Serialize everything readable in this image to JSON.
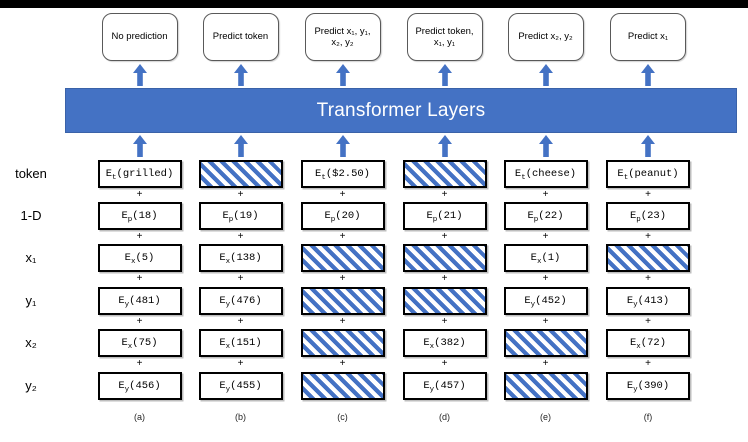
{
  "transformer": {
    "label": "Transformer Layers"
  },
  "plus_sign": "+",
  "row_labels": [
    "token",
    "1-D",
    "x₁",
    "y₁",
    "x₂",
    "y₂"
  ],
  "colors": {
    "accent_blue": "#4472C4",
    "box_border": "#000000",
    "pred_box_border": "#595959",
    "bar_text": "#ffffff"
  },
  "columns": [
    {
      "id": "(a)",
      "prediction": [
        "No prediction"
      ],
      "cells": [
        {
          "masked": false,
          "base": "E",
          "sub": "t",
          "arg": "(grilled)"
        },
        {
          "masked": false,
          "base": "E",
          "sub": "p",
          "arg": "(18)"
        },
        {
          "masked": false,
          "base": "E",
          "sub": "x",
          "arg": "(5)"
        },
        {
          "masked": false,
          "base": "E",
          "sub": "y",
          "arg": "(481)"
        },
        {
          "masked": false,
          "base": "E",
          "sub": "x",
          "arg": "(75)"
        },
        {
          "masked": false,
          "base": "E",
          "sub": "y",
          "arg": "(456)"
        }
      ]
    },
    {
      "id": "(b)",
      "prediction": [
        "Predict token"
      ],
      "cells": [
        {
          "masked": true
        },
        {
          "masked": false,
          "base": "E",
          "sub": "p",
          "arg": "(19)"
        },
        {
          "masked": false,
          "base": "E",
          "sub": "x",
          "arg": "(138)"
        },
        {
          "masked": false,
          "base": "E",
          "sub": "y",
          "arg": "(476)"
        },
        {
          "masked": false,
          "base": "E",
          "sub": "x",
          "arg": "(151)"
        },
        {
          "masked": false,
          "base": "E",
          "sub": "y",
          "arg": "(455)"
        }
      ]
    },
    {
      "id": "(c)",
      "prediction": [
        "Predict x₁, y₁,",
        "x₂, y₂"
      ],
      "cells": [
        {
          "masked": false,
          "base": "E",
          "sub": "t",
          "arg": "($2.50)"
        },
        {
          "masked": false,
          "base": "E",
          "sub": "p",
          "arg": "(20)"
        },
        {
          "masked": true
        },
        {
          "masked": true
        },
        {
          "masked": true
        },
        {
          "masked": true
        }
      ]
    },
    {
      "id": "(d)",
      "prediction": [
        "Predict token,",
        "x₁, y₁"
      ],
      "cells": [
        {
          "masked": true
        },
        {
          "masked": false,
          "base": "E",
          "sub": "p",
          "arg": "(21)"
        },
        {
          "masked": true
        },
        {
          "masked": true
        },
        {
          "masked": false,
          "base": "E",
          "sub": "x",
          "arg": "(382)"
        },
        {
          "masked": false,
          "base": "E",
          "sub": "y",
          "arg": "(457)"
        }
      ]
    },
    {
      "id": "(e)",
      "prediction": [
        "Predict x₂, y₂"
      ],
      "cells": [
        {
          "masked": false,
          "base": "E",
          "sub": "t",
          "arg": "(cheese)"
        },
        {
          "masked": false,
          "base": "E",
          "sub": "p",
          "arg": "(22)"
        },
        {
          "masked": false,
          "base": "E",
          "sub": "x",
          "arg": "(1)"
        },
        {
          "masked": false,
          "base": "E",
          "sub": "y",
          "arg": "(452)"
        },
        {
          "masked": true
        },
        {
          "masked": true
        }
      ]
    },
    {
      "id": "(f)",
      "prediction": [
        "Predict x₁"
      ],
      "cells": [
        {
          "masked": false,
          "base": "E",
          "sub": "t",
          "arg": "(peanut)"
        },
        {
          "masked": false,
          "base": "E",
          "sub": "p",
          "arg": "(23)"
        },
        {
          "masked": true
        },
        {
          "masked": false,
          "base": "E",
          "sub": "y",
          "arg": "(413)"
        },
        {
          "masked": false,
          "base": "E",
          "sub": "x",
          "arg": "(72)"
        },
        {
          "masked": false,
          "base": "E",
          "sub": "y",
          "arg": "(390)"
        }
      ]
    }
  ]
}
